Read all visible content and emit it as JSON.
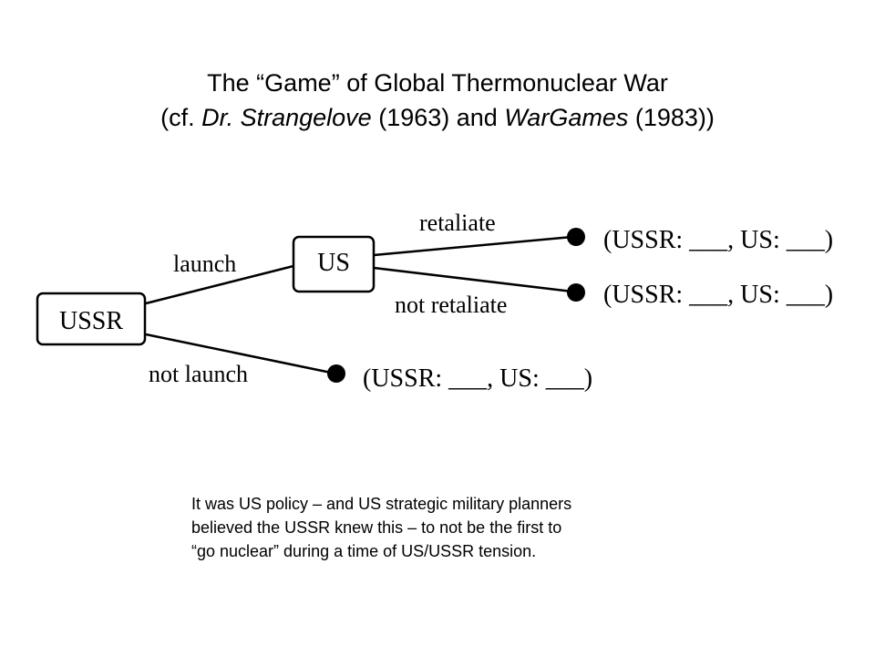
{
  "title": {
    "line1": "The “Game” of Global Thermonuclear War",
    "line2_prefix": "(cf. ",
    "line2_film1": "Dr. Strangelove",
    "line2_mid": " (1963) and ",
    "line2_film2": "WarGames",
    "line2_suffix": " (1983))"
  },
  "tree": {
    "nodes": {
      "ussr": "USSR",
      "us": "US"
    },
    "edges": {
      "launch": "launch",
      "not_launch": "not launch",
      "retaliate": "retaliate",
      "not_retaliate": "not retaliate"
    },
    "payoffs": {
      "retaliate": "(USSR: ___, US: ___)",
      "not_retaliate": "(USSR: ___, US: ___)",
      "not_launch": "(USSR: ___, US: ___)"
    }
  },
  "note": {
    "line1": "It was US policy – and US strategic military planners",
    "line2": "believed the USSR knew this – to not be the first to",
    "line3": "“go nuclear”  during a time of US/USSR tension."
  }
}
